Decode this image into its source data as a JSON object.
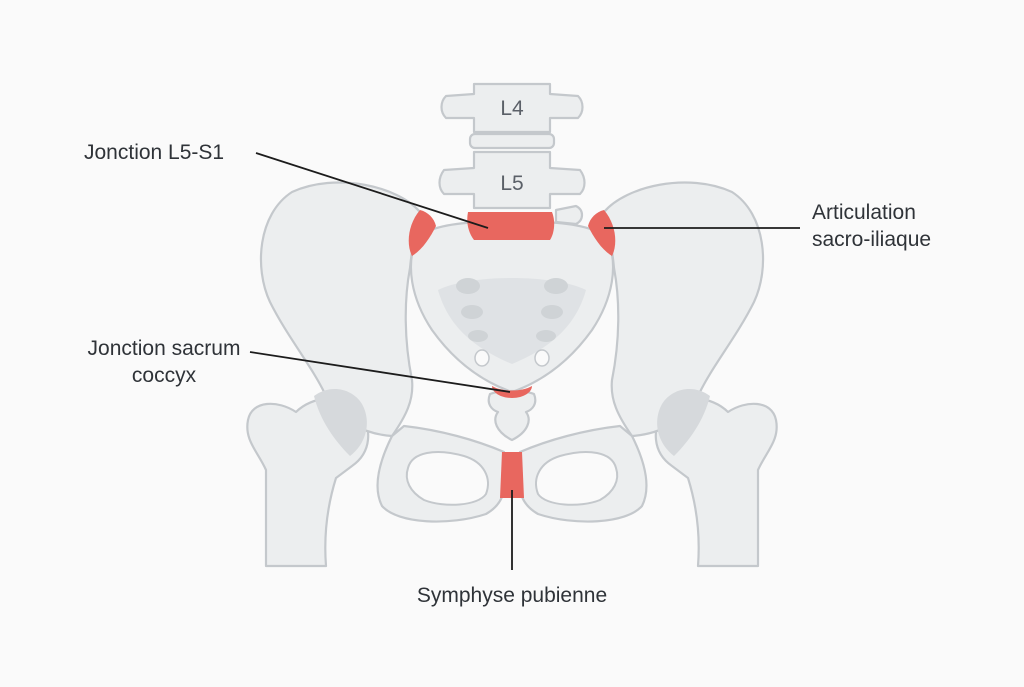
{
  "vertebrae": {
    "l4": "L4",
    "l5": "L5"
  },
  "labels": {
    "l5_s1": "Jonction L5-S1",
    "sacroiliac_line1": "Articulation",
    "sacroiliac_line2": "sacro-iliaque",
    "sacrococcygeal_line1": "Jonction sacrum",
    "sacrococcygeal_line2": "coccyx",
    "pubic_symphysis": "Symphyse pubienne"
  },
  "colors": {
    "background": "#fafafa",
    "bone_fill": "#eceeef",
    "bone_stroke": "#c4c8cc",
    "bone_shadow": "#d2d6d9",
    "highlight": "#e8675f",
    "leader_line": "#1c1c1c"
  }
}
